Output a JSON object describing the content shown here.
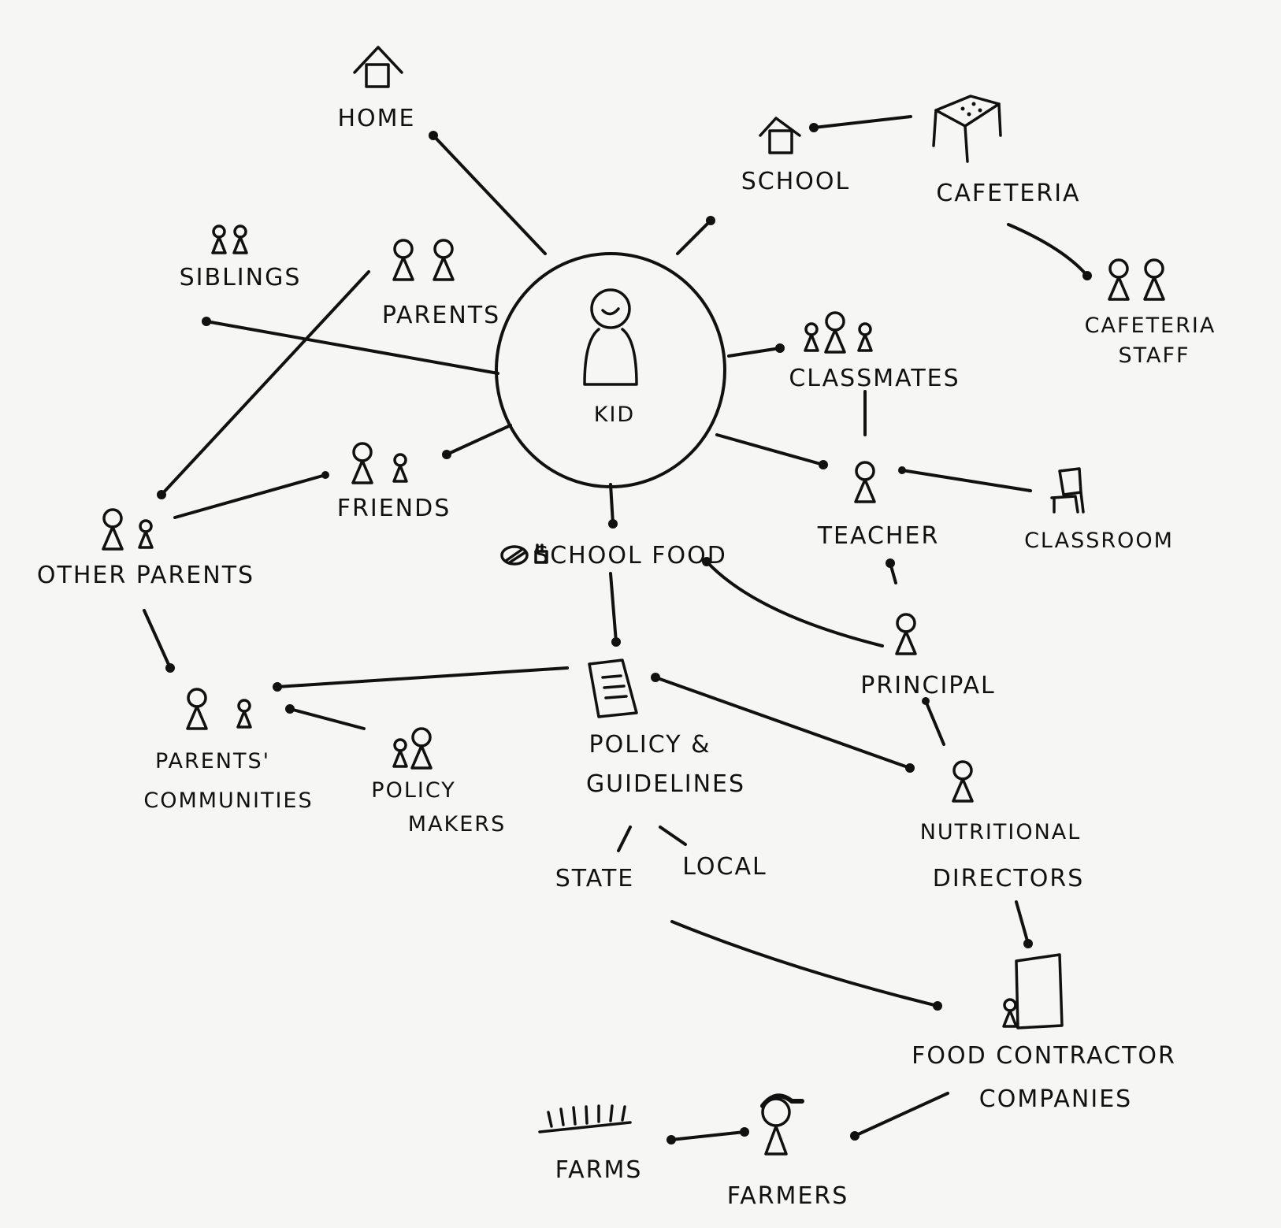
{
  "nodes": {
    "home": "HOME",
    "school": "SCHOOL",
    "cafeteria": "CAFETERIA",
    "cafeteria_staff": [
      "CAFETERIA",
      "STAFF"
    ],
    "siblings": "SIBLINGS",
    "parents": "PARENTS",
    "kid": "KID",
    "classmates": "CLASSMATES",
    "friends": "FRIENDS",
    "teacher": "TEACHER",
    "classroom": "CLASSROOM",
    "other_parents": "OTHER PARENTS",
    "school_food": "SCHOOL FOOD",
    "principal": "PRINCIPAL",
    "parents_communities": [
      "PARENTS'",
      "COMMUNITIES"
    ],
    "policy_makers": [
      "POLICY",
      "MAKERS"
    ],
    "policy_guidelines": [
      "POLICY &",
      "GUIDELINES"
    ],
    "state": "STATE",
    "local": "LOCAL",
    "nutritional_directors": [
      "NUTRITIONAL",
      "DIRECTORS"
    ],
    "food_contractor_companies": [
      "FOOD CONTRACTOR",
      "COMPANIES"
    ],
    "farms": "FARMS",
    "farmers": "FARMERS"
  },
  "icons": {
    "home": "house-icon",
    "school": "school-icon",
    "cafeteria": "cafeteria-table-icon",
    "people": "people-pair-icon",
    "kid": "kid-smiling-icon",
    "teacher": "person-icon",
    "classroom": "chair-icon",
    "school_food": "food-icon",
    "policy": "document-icon",
    "contractor": "contractor-icon",
    "farms": "crops-icon",
    "farmer": "farmer-cap-icon"
  }
}
